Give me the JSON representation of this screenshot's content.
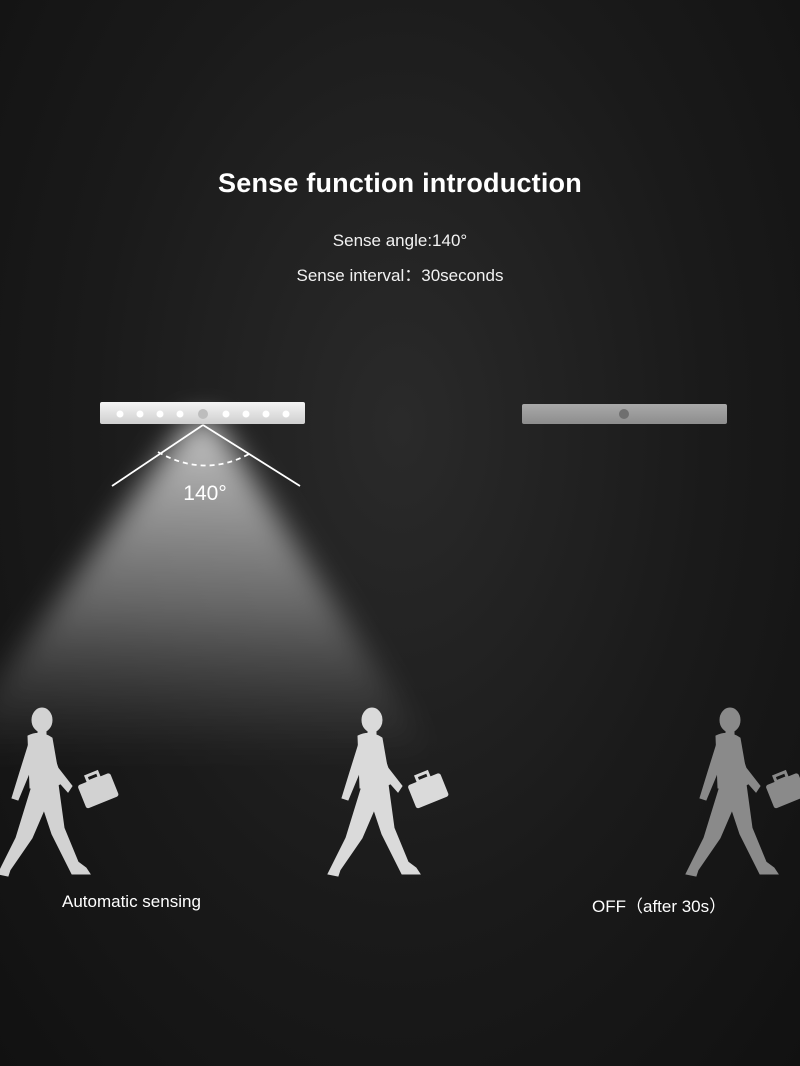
{
  "header": {
    "title": "Sense function introduction",
    "sense_angle": "Sense angle:140°",
    "sense_interval": "Sense interval：30seconds"
  },
  "diagram": {
    "angle_label": "140°"
  },
  "captions": {
    "left": "Automatic sensing",
    "right": "OFF（after 30s）"
  },
  "colors": {
    "background": "#1a1a1a",
    "light_beam": "#d8d8d8",
    "person_lit": "#d6d6d6",
    "person_off": "#8a8a8a"
  }
}
